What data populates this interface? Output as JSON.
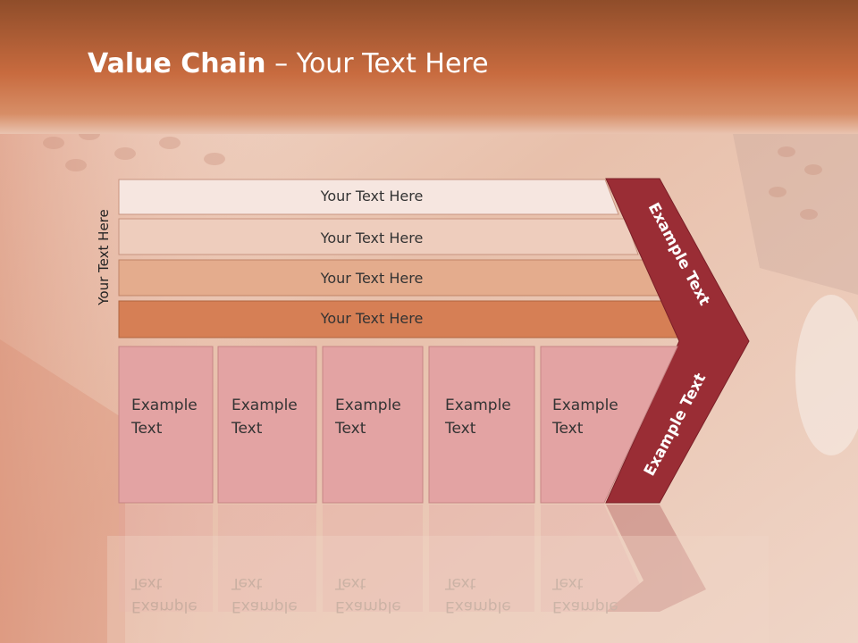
{
  "slide": {
    "title_bold": "Value Chain",
    "title_rest": "– Your Text Here"
  },
  "side_label": "Your Text Here",
  "bars": [
    {
      "label": "Your Text Here",
      "color": "#f6e6e0"
    },
    {
      "label": "Your Text Here",
      "color": "#eecdbd"
    },
    {
      "label": "Your Text Here",
      "color": "#e4ac8d"
    },
    {
      "label": "Your Text Here",
      "color": "#d67f55"
    }
  ],
  "boxes": [
    {
      "line1": "Example",
      "line2": "Text"
    },
    {
      "line1": "Example",
      "line2": "Text"
    },
    {
      "line1": "Example",
      "line2": "Text"
    },
    {
      "line1": "Example",
      "line2": "Text"
    },
    {
      "line1": "Example",
      "line2": "Text"
    }
  ],
  "chevron": {
    "upper_label": "Example Text",
    "lower_label": "Example Text",
    "color": "#9a2d35"
  },
  "colors": {
    "box_fill": "#e3a3a3",
    "box_stroke": "#c78585",
    "header_band": "#c8683d"
  }
}
